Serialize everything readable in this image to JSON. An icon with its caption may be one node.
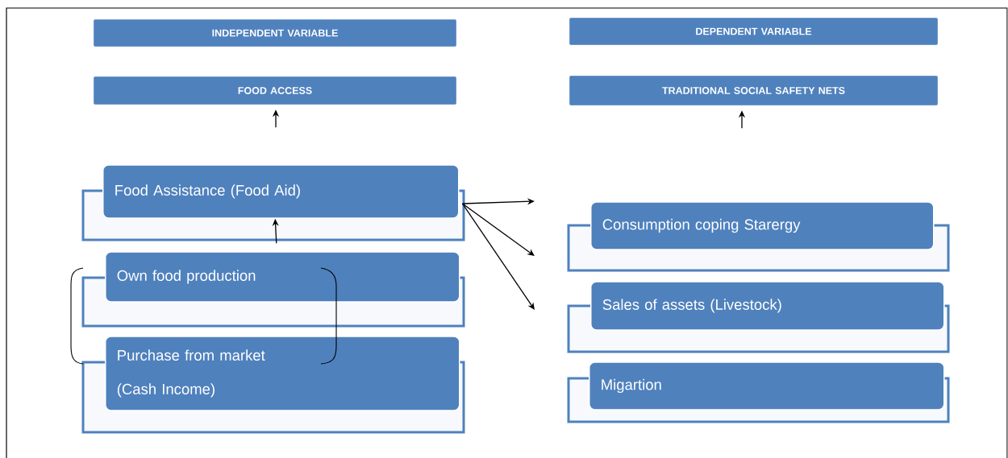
{
  "diagram": {
    "nodes": [
      {
        "text": [
          "INDEPENDENT VARIABLE"
        ]
      },
      {
        "text": [
          "DEPENDENT VARIABLE"
        ]
      },
      {
        "text": [
          "FOOD ACCESS"
        ]
      },
      {
        "text": [
          "TRADITIONAL SOCIAL SAFETY NETS"
        ]
      },
      {
        "text": [
          "Food Assistance (Food Aid)"
        ]
      },
      {
        "text": [
          "Own food production"
        ]
      },
      {
        "text": [
          "Purchase from market (Cash Income)"
        ]
      },
      {
        "text": [
          "Consumption coping  Starergy"
        ]
      },
      {
        "text": [
          "Sales of assets (Livestock)"
        ]
      },
      {
        "text": [
          "Migartion"
        ]
      }
    ],
    "edges": [
      {
        "from": null,
        "to": 2,
        "arrow": "to"
      },
      {
        "from": null,
        "to": 3,
        "arrow": "to"
      },
      {
        "from": 5,
        "to": 4,
        "arrow": "to"
      },
      {
        "from": 4,
        "to": null,
        "arrow": "to"
      },
      {
        "from": 4,
        "to": null,
        "arrow": "to"
      },
      {
        "from": 4,
        "to": null,
        "arrow": "to"
      }
    ]
  }
}
